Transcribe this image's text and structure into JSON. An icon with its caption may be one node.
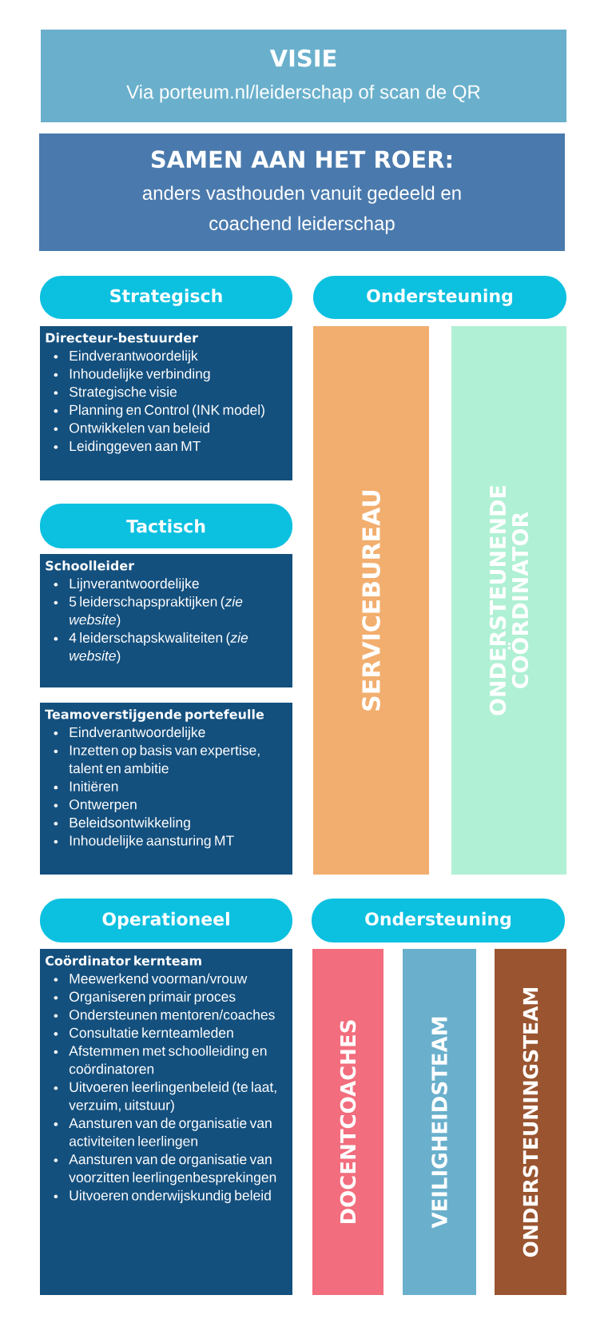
{
  "diagram": {
    "nodes": [
      {
        "text": [
          "VISIE",
          "Via porteum.nl/leiderschap of scan de QR"
        ]
      },
      {
        "text": [
          "SAMEN AAN HET ROER:",
          "anders vasthouden vanuit gedeeld en coachend leiderschap"
        ]
      },
      {
        "text": [
          "Strategisch"
        ]
      },
      {
        "text": [
          "Ondersteuning"
        ]
      },
      {
        "text": [
          "Directeur-bestuurder",
          "Eindverantwoordelijk",
          "Inhoudelijke verbinding",
          "Strategische visie",
          "Planning en Control (INK model)",
          "Ontwikkelen van beleid",
          "Leidinggeven aan MT"
        ]
      },
      {
        "text": [
          "SERVICEBUREAU"
        ]
      },
      {
        "text": [
          "ONDERSTEUNENDE COÖRDINATOR"
        ]
      },
      {
        "text": [
          "Tactisch"
        ]
      },
      {
        "text": [
          "Schoolleider",
          "Lijnverantwoordelijke",
          "5 leiderschapspraktijken (*zie website*)",
          "4 leiderschapskwaliteiten (*zie website*)"
        ]
      },
      {
        "text": [
          "Teamoverstijgende portefeulle",
          "Eindverantwoordelijke",
          "Inzetten op basis van expertise, talent en ambitie",
          "Initiëren",
          "Ontwerpen",
          "Beleidsontwikkeling",
          "Inhoudelijke aansturing MT"
        ]
      },
      {
        "text": [
          "Operationeel"
        ]
      },
      {
        "text": [
          "Ondersteuning"
        ]
      },
      {
        "text": [
          "Coördinator kernteam",
          "Meewerkend voorman/vrouw",
          "Organiseren primair proces",
          "Ondersteunen mentoren/coaches",
          "Consultatie kernteamleden",
          "Afstemmen met schoolleiding en coördinatoren",
          "Uitvoeren leerlingenbeleid (te laat, verzuim, uitstuur)",
          "Aansturen van de organisatie van activiteiten leerlingen",
          "Aansturen van de organisatie van voorzitten leerlingenbesprekingen",
          "Uitvoeren onderwijskundig beleid"
        ]
      },
      {
        "text": [
          "DOCENTCOACHES"
        ]
      },
      {
        "text": [
          "VEILIGHEIDSTEAM"
        ]
      },
      {
        "text": [
          "ONDERSTEUNINGSTEAM"
        ]
      }
    ]
  }
}
